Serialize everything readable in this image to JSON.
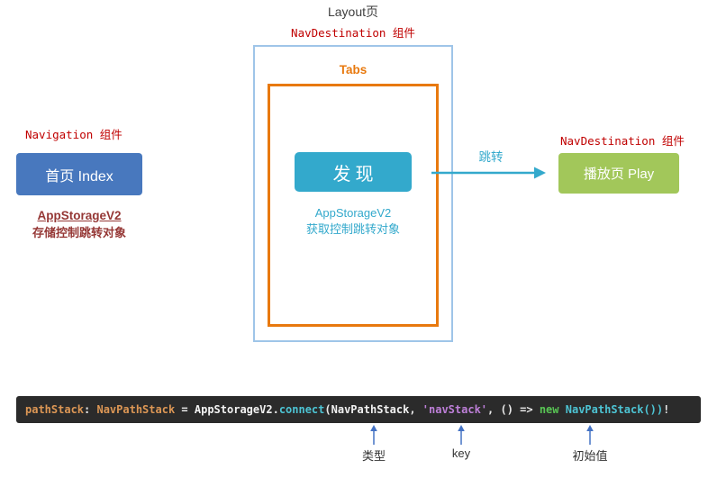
{
  "colors": {
    "label-red": "#C00000",
    "dark-red": "#953735",
    "teal": "#33A9CC",
    "orange": "#E8790E",
    "outer-border": "#9FC5E8",
    "blue-btn": "#4878BE",
    "green-btn": "#A2C75A",
    "code-bg": "#2B2B2B",
    "arrow-blue": "#4472C4",
    "title-gray": "#3F3F3F",
    "annot-text": "#333333"
  },
  "header": {
    "title": "Layout页",
    "subtitle": "NavDestination 组件"
  },
  "tabs_box": {
    "label": "Tabs",
    "discover_button": "发现",
    "caption_line1": "AppStorageV2",
    "caption_line2": "获取控制跳转对象"
  },
  "left": {
    "label": "Navigation 组件",
    "button": "首页 Index",
    "note_line1": "AppStorageV2",
    "note_line2": "存储控制跳转对象"
  },
  "right": {
    "label": "NavDestination 组件",
    "button": "播放页 Play"
  },
  "jump": {
    "label": "跳转"
  },
  "code": {
    "tokens": [
      {
        "text": "pathStack",
        "color": "#DD9755"
      },
      {
        "text": ": ",
        "color": "#E8E8E8"
      },
      {
        "text": "NavPathStack",
        "color": "#DD9755"
      },
      {
        "text": " = ",
        "color": "#E8E8E8"
      },
      {
        "text": "AppStorageV2",
        "color": "#F2F2F2"
      },
      {
        "text": ".",
        "color": "#E8E8E8"
      },
      {
        "text": "connect",
        "color": "#4DC4D4"
      },
      {
        "text": "(",
        "color": "#E8E8E8"
      },
      {
        "text": "NavPathStack",
        "color": "#F2F2F2"
      },
      {
        "text": ", ",
        "color": "#E8E8E8"
      },
      {
        "text": "'navStack'",
        "color": "#BD7FD8"
      },
      {
        "text": ", () => ",
        "color": "#E8E8E8"
      },
      {
        "text": "new",
        "color": "#58C554"
      },
      {
        "text": " ",
        "color": "#E8E8E8"
      },
      {
        "text": "NavPathStack())",
        "color": "#4DC4D4"
      },
      {
        "text": "!",
        "color": "#E8E8E8"
      }
    ]
  },
  "annotations": [
    {
      "label": "类型"
    },
    {
      "label": "key"
    },
    {
      "label": "初始值"
    }
  ]
}
